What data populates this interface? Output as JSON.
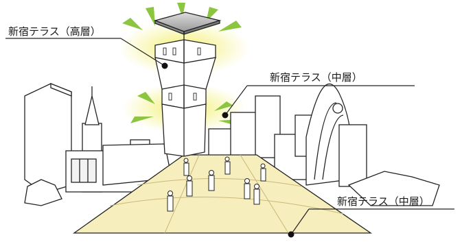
{
  "labels": {
    "upper": "新宿テラス（高層）",
    "middle": "新宿テラス（中層）",
    "lower": "新宿テラス（中層）"
  },
  "colors": {
    "glow": "#f3ef6a",
    "plaza": "#f7eebd",
    "line": "#222222",
    "ray": "#8cc640"
  }
}
